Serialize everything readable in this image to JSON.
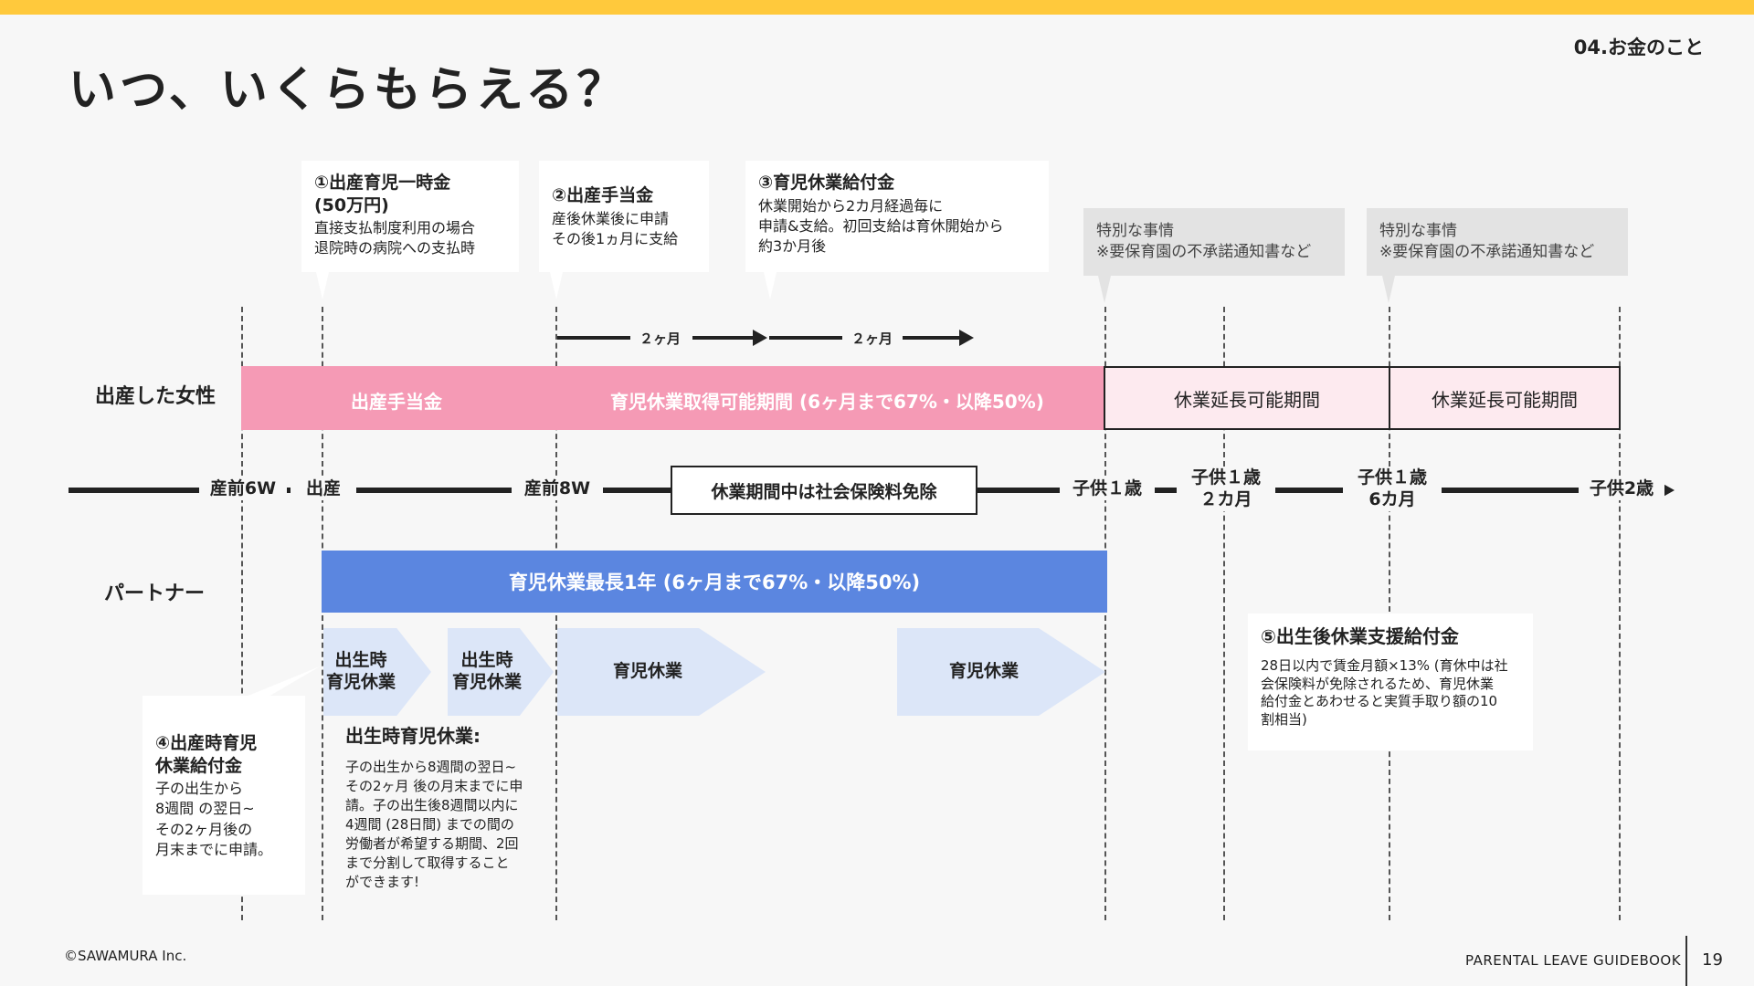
{
  "header": {
    "section": "04.お金のこと",
    "title": "いつ、いくらもらえる？"
  },
  "callouts": {
    "c1": {
      "title": "①出産育児一時金\n(50万円)",
      "body": "直接支払制度利用の場合\n退院時の病院への支払時"
    },
    "c2": {
      "title": "②出産手当金",
      "body": "産後休業後に申請\nその後1ヵ月に支給"
    },
    "c3": {
      "title": "③育児休業給付金",
      "body": "休業開始から2カ月経過毎に\n申請&支給。初回支給は育休開始から\n約3か月後"
    },
    "special1": "特別な事情\n※要保育園の不承諾通知書など",
    "special2": "特別な事情\n※要保育園の不承諾通知書など"
  },
  "interval": {
    "first": "２ヶ月",
    "second": "２ヶ月"
  },
  "mother": {
    "label": "出産した女性",
    "maternity": "出産手当金",
    "leave": "育児休業取得可能期間 (6ヶ月まで67%・以降50%)",
    "ext1": "休業延長可能期間",
    "ext2": "休業延長可能期間"
  },
  "timeline": {
    "pre6w": "産前6W",
    "birth": "出産",
    "post8w": "産前8W",
    "exempt": "休業期間中は社会保険料免除",
    "age1": "子供１歳",
    "age1m2": "子供１歳\n２カ月",
    "age1m6": "子供１歳\n6カ月",
    "age2": "子供2歳"
  },
  "partner": {
    "label": "パートナー",
    "band": "育児休業最長1年 (6ヶ月まで67%・以降50%)",
    "chev1": "出生時\n育児休業",
    "chev2": "出生時\n育児休業",
    "chev3": "育児休業",
    "chev4": "育児休業"
  },
  "notes": {
    "c4": {
      "title": "④出産時育児\n休業給付金",
      "body": "子の出生から\n8週間 の翌日~\nその2ヶ月後の\n月末までに申請。"
    },
    "birthLeave": {
      "title": "出生時育児休業:",
      "body": "子の出生から8週間の翌日~\nその2ヶ月 後の月末までに申\n請。子の出生後8週間以内に\n4週間 (28日間) までの間の\n労働者が希望する期間、2回\nまで分割して取得すること\nができます!"
    },
    "c5": {
      "title": "⑤出生後休業支援給付金",
      "body": "28日以内で賃金月額×13% (育休中は社\n会保険料が免除されるため、育児休業\n給付金とあわせると実質手取り額の10\n割相当)"
    }
  },
  "footer": {
    "copyright": "©SAWAMURA Inc.",
    "book": "PARENTAL LEAVE GUIDEBOOK",
    "page": "19"
  }
}
